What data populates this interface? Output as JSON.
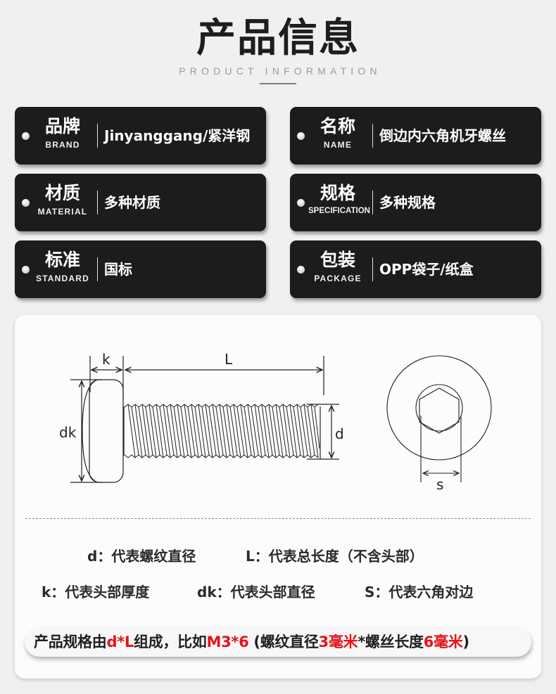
{
  "header": {
    "title": "产品信息",
    "subtitle": "PRODUCT INFORMATION"
  },
  "tags": [
    {
      "label_cn": "品牌",
      "label_en": "BRAND",
      "value": "Jinyanggang/紧洋钢"
    },
    {
      "label_cn": "名称",
      "label_en": "NAME",
      "value": "倒边内六角机牙螺丝"
    },
    {
      "label_cn": "材质",
      "label_en": "MATERIAL",
      "value": "多种材质"
    },
    {
      "label_cn": "规格",
      "label_en": "SPECIFICATION",
      "value": "多种规格"
    },
    {
      "label_cn": "标准",
      "label_en": "STANDARD",
      "value": "国标"
    },
    {
      "label_cn": "包装",
      "label_en": "PACKAGE",
      "value": "OPP袋子/纸盒"
    }
  ],
  "diagram": {
    "labels": {
      "k": "k",
      "L": "L",
      "dk": "dk",
      "d": "d",
      "s": "s"
    },
    "line_color": "#222222"
  },
  "legend": {
    "row1": [
      "d：代表螺纹直径",
      "L：代表总长度（不含头部）"
    ],
    "row2": [
      "k：代表头部厚度",
      "dk：代表头部直径",
      "S：代表六角对边"
    ]
  },
  "formula": {
    "parts": [
      {
        "text": "产品规格由",
        "highlight": false
      },
      {
        "text": "d*L",
        "highlight": true
      },
      {
        "text": "组成，比如",
        "highlight": false
      },
      {
        "text": "M3*6",
        "highlight": true
      },
      {
        "text": " (螺纹直径",
        "highlight": false
      },
      {
        "text": "3毫米",
        "highlight": true
      },
      {
        "text": "*螺丝长度",
        "highlight": false
      },
      {
        "text": "6毫米",
        "highlight": true
      },
      {
        "text": ")",
        "highlight": false
      }
    ],
    "highlight_color": "#e4141b"
  }
}
